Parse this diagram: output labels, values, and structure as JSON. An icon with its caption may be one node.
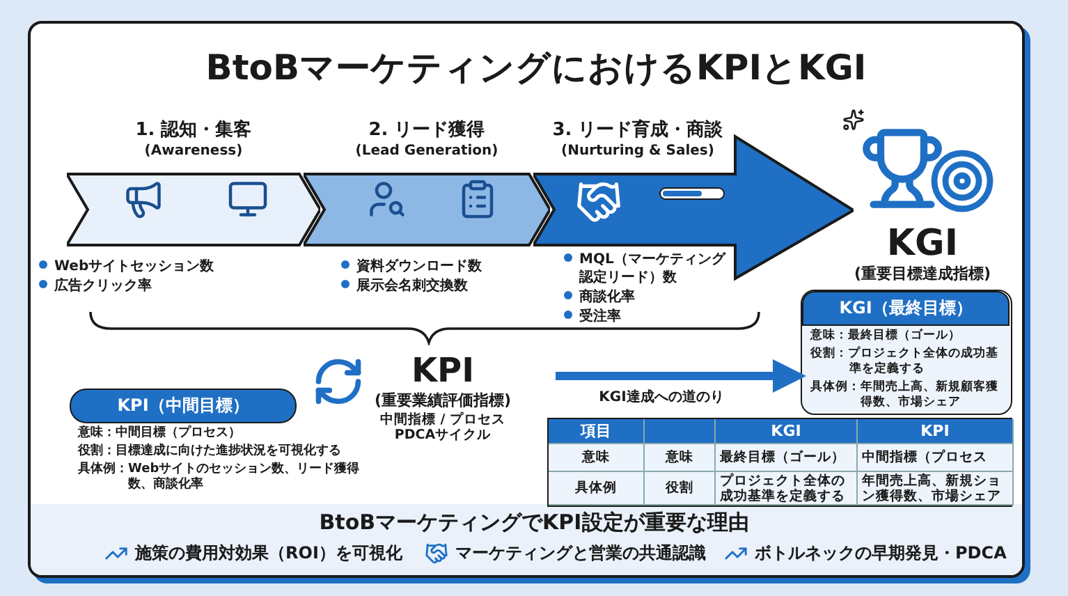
{
  "diagram": {
    "title": "BtoBマーケティングにおけるKPIとKGI",
    "nodes": [
      {
        "text": [
          "1. 認知・集客",
          "(Awareness)"
        ],
        "beside": [
          "Webサイトセッション数",
          "広告クリック率"
        ]
      },
      {
        "text": [
          "2. リード獲得",
          "(Lead Generation)"
        ],
        "beside": [
          "資料ダウンロード数",
          "展示会名刺交換数"
        ]
      },
      {
        "text": [
          "3. リード育成・商談",
          "(Nurturing & Sales)"
        ],
        "beside": [
          "MQL（マーケティング認定リード）数",
          "商談化率",
          "受注率"
        ]
      },
      {
        "text": [
          "KGI",
          "(重要目標達成指標)"
        ]
      },
      {
        "text": [
          "KPI",
          "(重要業績評価指標)",
          "中間指標 / プロセス PDCAサイクル"
        ]
      },
      {
        "text": [
          "KPI（中間目標）",
          "意味：中間目標（プロセス）",
          "役割：目標達成に向けた進捗状況を可視化する",
          "具体例：Webサイトのセッション数、リード獲得数、商談化率"
        ]
      },
      {
        "text": [
          "KGI（最終目標）",
          "意味：最終目標（ゴール）",
          "役割：プロジェクト全体の成功基準を定義する",
          "具体例：年間売上高、新規顧客獲得数、市場シェア"
        ]
      }
    ],
    "edges": [
      {
        "from": 4,
        "to": 6,
        "arrow": "to",
        "label": "KGI達成への道のり"
      }
    ],
    "labels": [
      "項目",
      "KGI",
      "KPI",
      "意味",
      "意味",
      "最終目標（ゴール）",
      "中間指標（プロセス",
      "具体例",
      "役割",
      "プロジェクト全体の成功基準を定義する",
      "年間売上高、新規ション獲得数、市場シェア",
      "BtoBマーケティングでKPI設定が重要な理由",
      "施策の費用対効果（ROI）を可視化",
      "マーケティングと営業の共通認識",
      "ボトルネックの早期発見・PDCA"
    ]
  }
}
